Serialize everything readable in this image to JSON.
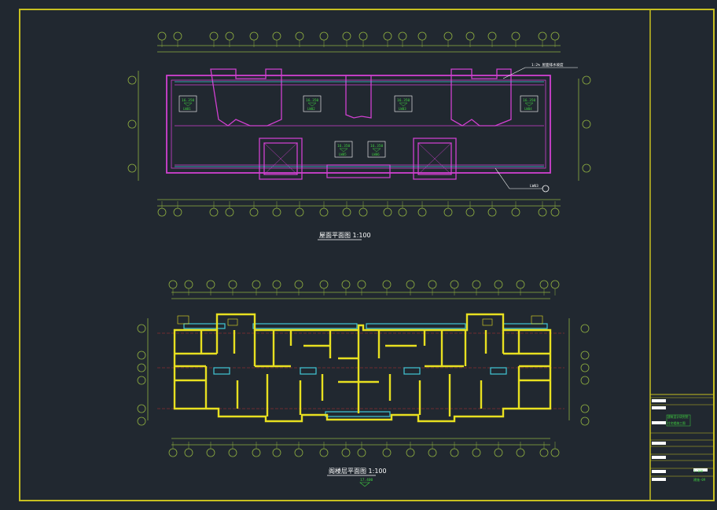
{
  "sheet": {
    "title_roof": "屋面平面图  1:100",
    "title_attic": "阁楼层平面图  1:100",
    "attic_elev": "17.400",
    "colors": {
      "background": "#212830",
      "border": "#c8c020",
      "roof_lines": "#d040d0",
      "attic_walls": "#e8e020",
      "glazing": "#40c8d8",
      "labels": "#40d040",
      "axis": "#90b040",
      "tick": "#c0c0c0"
    }
  },
  "roof_plan": {
    "elev_boxes": [
      {
        "elev": "16.350",
        "tag": "LW01"
      },
      {
        "elev": "16.350",
        "tag": "LW02"
      },
      {
        "elev": "16.350",
        "tag": "LW03"
      },
      {
        "elev": "16.350",
        "tag": "LW04"
      },
      {
        "elev": "16.350",
        "tag": "LW05"
      },
      {
        "elev": "16.350",
        "tag": "LW06"
      }
    ],
    "note_top": "1:2% 屋面排水坡度",
    "note_bottom": "LW03"
  },
  "title_block": {
    "company": "建筑设计研究院",
    "project": "住宅楼施工图",
    "scale": "1:100",
    "sheet_no": "建施-09",
    "rows": [
      "",
      "",
      "",
      "",
      "",
      "",
      ""
    ]
  }
}
